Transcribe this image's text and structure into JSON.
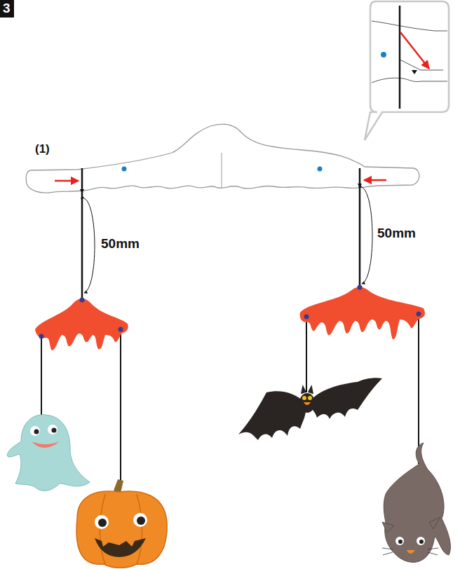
{
  "diagram": {
    "nodes": [
      {
        "text": [
          "3"
        ]
      }
    ],
    "labels": [
      "(1)",
      "50mm",
      "50mm"
    ]
  }
}
